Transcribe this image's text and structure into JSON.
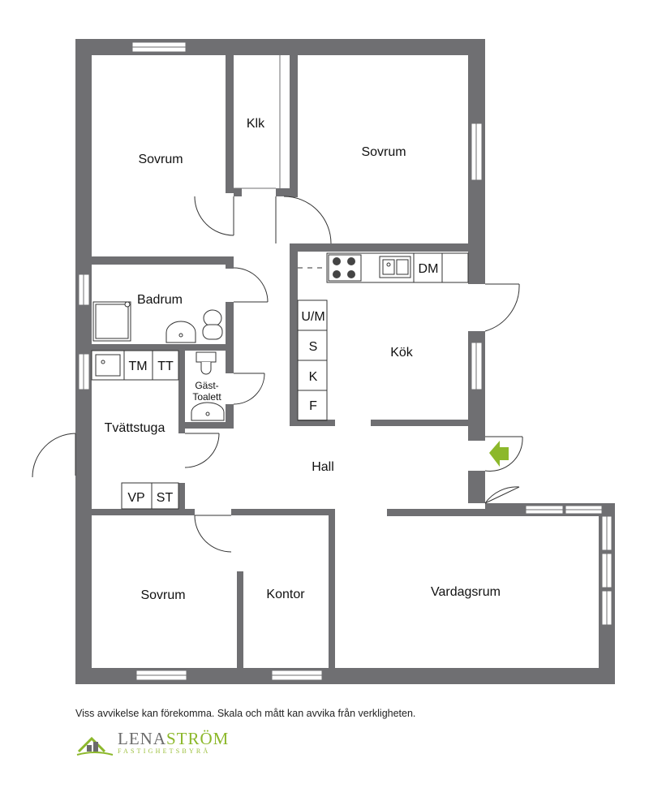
{
  "rooms": {
    "sovrum_top_left": "Sovrum",
    "klk": "Klk",
    "sovrum_top_right": "Sovrum",
    "badrum": "Badrum",
    "kok": "Kök",
    "gast_toalett_line1": "Gäst-",
    "gast_toalett_line2": "Toalett",
    "tvattstuga": "Tvättstuga",
    "hall": "Hall",
    "sovrum_bottom": "Sovrum",
    "kontor": "Kontor",
    "vardagsrum": "Vardagsrum"
  },
  "fixtures": {
    "dm": "DM",
    "um": "U/M",
    "s": "S",
    "k": "K",
    "f": "F",
    "tm": "TM",
    "tt": "TT",
    "vp": "VP",
    "st": "ST"
  },
  "footer": {
    "disclaimer": "Viss avvikelse kan förekomma. Skala och mått kan avvika från verkligheten.",
    "brand_part1": "LENA",
    "brand_part2": "STRÖM",
    "brand_sub": "FASTIGHETSBYRÅ"
  },
  "colors": {
    "wall": "#6f6f72",
    "brand_green": "#8cb82b",
    "brand_grey": "#6b6b6b"
  },
  "icons": {
    "entrance": "entrance-arrow-icon",
    "logo": "house-logo-icon"
  }
}
